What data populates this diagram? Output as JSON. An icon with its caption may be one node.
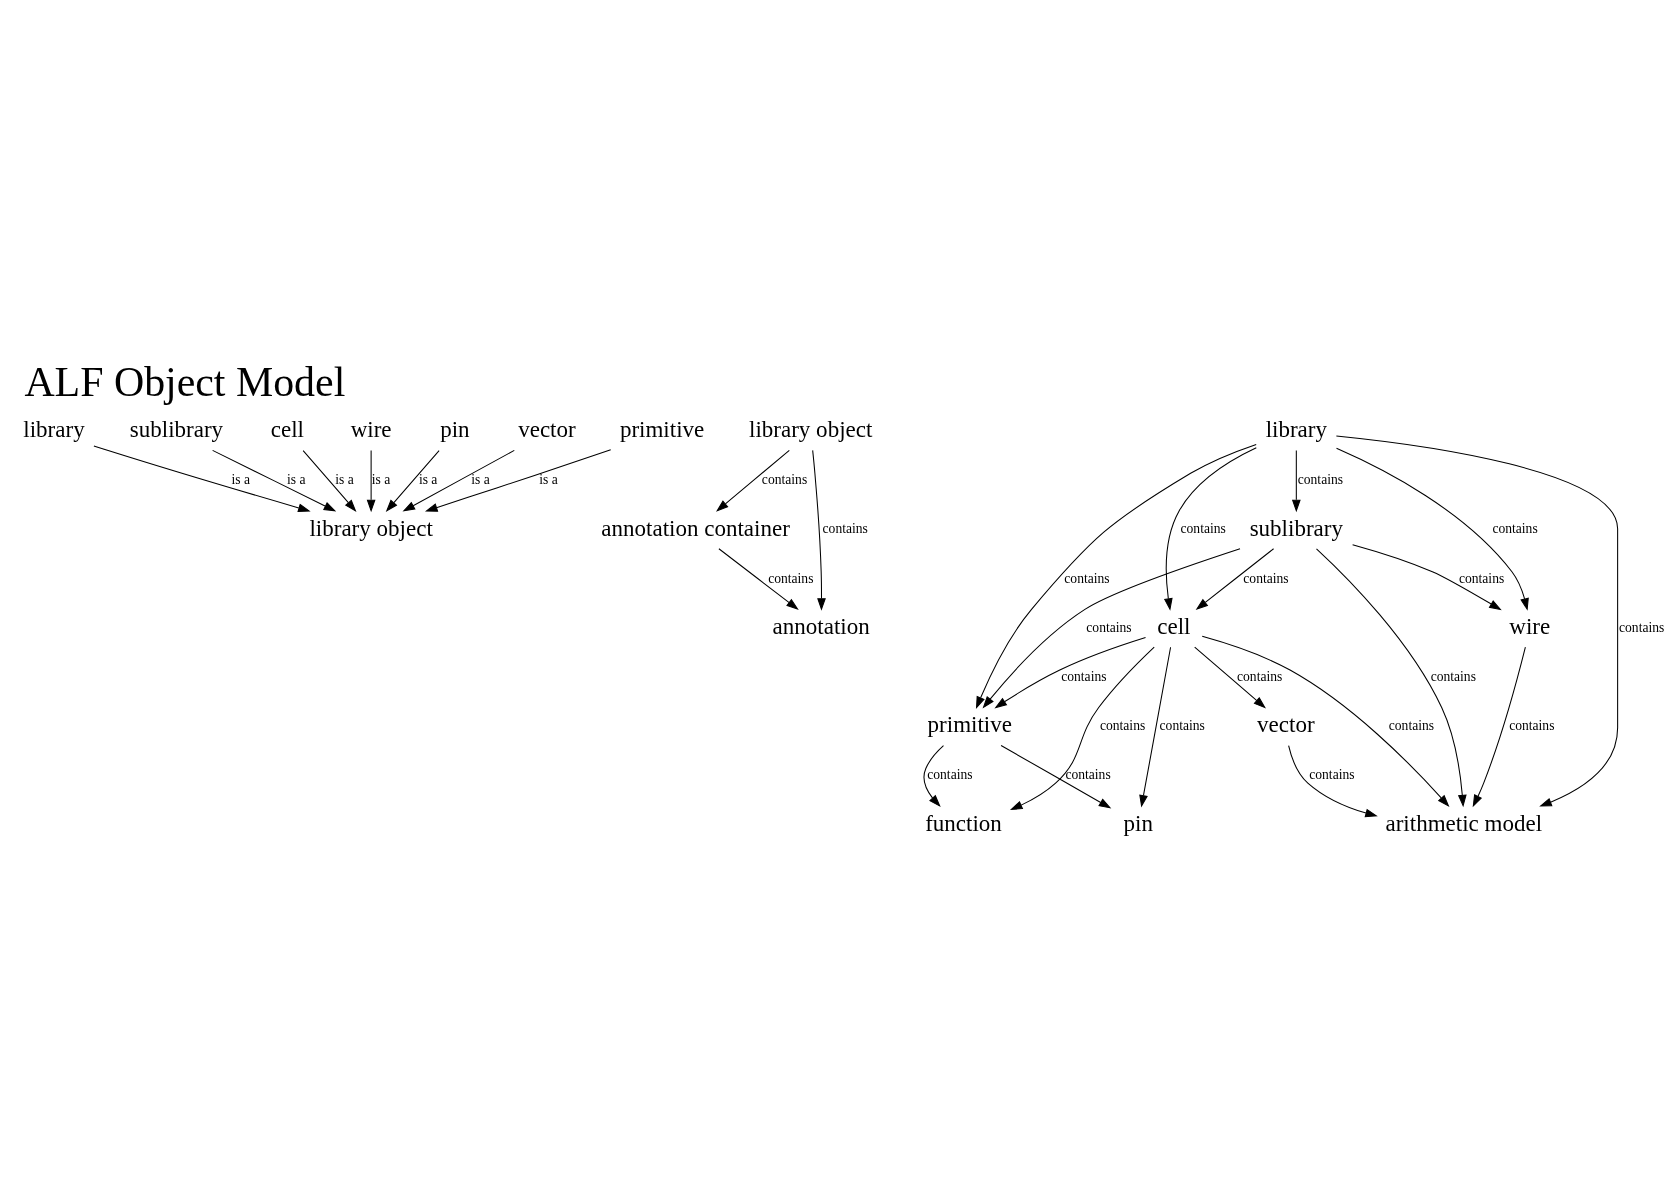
{
  "diagram": {
    "title": "ALF Object Model",
    "nodes": [
      {
        "text": [
          "library"
        ]
      },
      {
        "text": [
          "sublibrary"
        ]
      },
      {
        "text": [
          "cell"
        ]
      },
      {
        "text": [
          "wire"
        ]
      },
      {
        "text": [
          "pin"
        ]
      },
      {
        "text": [
          "vector"
        ]
      },
      {
        "text": [
          "primitive"
        ]
      },
      {
        "text": [
          "library object"
        ]
      },
      {
        "text": [
          "annotation container"
        ]
      },
      {
        "text": [
          "library object"
        ]
      },
      {
        "text": [
          "annotation"
        ]
      },
      {
        "text": [
          "library"
        ]
      },
      {
        "text": [
          "sublibrary"
        ]
      },
      {
        "text": [
          "cell"
        ]
      },
      {
        "text": [
          "wire"
        ]
      },
      {
        "text": [
          "pin"
        ]
      },
      {
        "text": [
          "function"
        ]
      },
      {
        "text": [
          "vector"
        ]
      },
      {
        "text": [
          "primitive"
        ]
      },
      {
        "text": [
          "arithmetic model"
        ]
      }
    ],
    "edges": [
      {
        "from": 0,
        "to": 7,
        "arrow": "to",
        "label": "is a"
      },
      {
        "from": 1,
        "to": 7,
        "arrow": "to",
        "label": "is a"
      },
      {
        "from": 2,
        "to": 7,
        "arrow": "to",
        "label": "is a"
      },
      {
        "from": 3,
        "to": 7,
        "arrow": "to",
        "label": "is a"
      },
      {
        "from": 4,
        "to": 7,
        "arrow": "to",
        "label": "is a"
      },
      {
        "from": 5,
        "to": 7,
        "arrow": "to",
        "label": "is a"
      },
      {
        "from": 6,
        "to": 7,
        "arrow": "to",
        "label": "is a"
      },
      {
        "from": 9,
        "to": 8,
        "arrow": "to",
        "label": "contains"
      },
      {
        "from": 8,
        "to": 10,
        "arrow": "to",
        "label": "contains"
      },
      {
        "from": 9,
        "to": 10,
        "arrow": "to",
        "label": "contains"
      },
      {
        "from": 11,
        "to": 18,
        "arrow": "to",
        "label": "contains"
      },
      {
        "from": 11,
        "to": 19,
        "arrow": "to",
        "label": "contains"
      },
      {
        "from": 11,
        "to": 12,
        "arrow": "to",
        "label": "contains"
      },
      {
        "from": 11,
        "to": 13,
        "arrow": "to",
        "label": "contains"
      },
      {
        "from": 11,
        "to": 14,
        "arrow": "to",
        "label": "contains"
      },
      {
        "from": 12,
        "to": 18,
        "arrow": "to",
        "label": "contains"
      },
      {
        "from": 12,
        "to": 19,
        "arrow": "to",
        "label": "contains"
      },
      {
        "from": 12,
        "to": 13,
        "arrow": "to",
        "label": "contains"
      },
      {
        "from": 12,
        "to": 14,
        "arrow": "to",
        "label": "contains"
      },
      {
        "from": 13,
        "to": 18,
        "arrow": "to",
        "label": "contains"
      },
      {
        "from": 13,
        "to": 19,
        "arrow": "to",
        "label": "contains"
      },
      {
        "from": 13,
        "to": 17,
        "arrow": "to",
        "label": "contains"
      },
      {
        "from": 13,
        "to": 16,
        "arrow": "to",
        "label": "contains"
      },
      {
        "from": 13,
        "to": 15,
        "arrow": "to",
        "label": "contains"
      },
      {
        "from": 17,
        "to": 19,
        "arrow": "to",
        "label": "contains"
      },
      {
        "from": 14,
        "to": 19,
        "arrow": "to",
        "label": "contains"
      },
      {
        "from": 18,
        "to": 16,
        "arrow": "to",
        "label": "contains"
      },
      {
        "from": 18,
        "to": 15,
        "arrow": "to",
        "label": "contains"
      }
    ]
  }
}
